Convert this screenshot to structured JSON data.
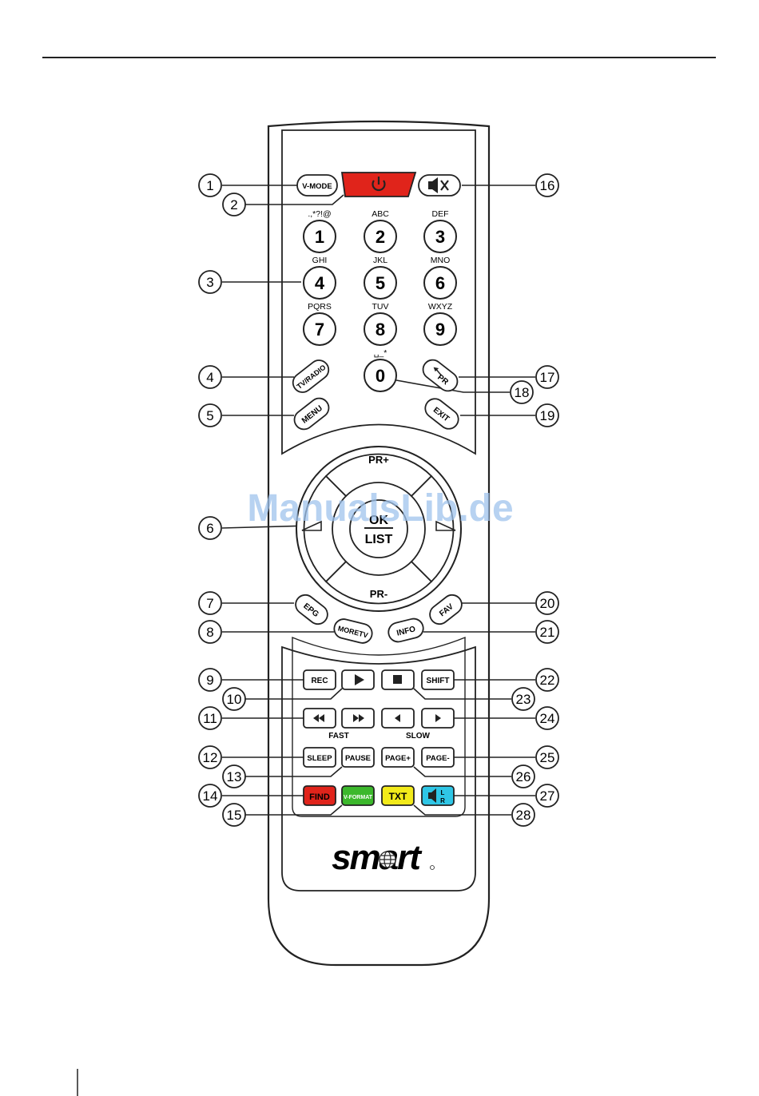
{
  "watermark": "ManualsLib.de",
  "brand": "smart",
  "callout_numbers": [
    "1",
    "2",
    "3",
    "4",
    "5",
    "6",
    "7",
    "8",
    "9",
    "10",
    "11",
    "12",
    "13",
    "14",
    "15",
    "16",
    "17",
    "18",
    "19",
    "20",
    "21",
    "22",
    "23",
    "24",
    "25",
    "26",
    "27",
    "28"
  ],
  "keys": {
    "vmode": "V-MODE",
    "digits": [
      {
        "digit": "1",
        "letters": ".,*?!@"
      },
      {
        "digit": "2",
        "letters": "ABC"
      },
      {
        "digit": "3",
        "letters": "DEF"
      },
      {
        "digit": "4",
        "letters": "GHI"
      },
      {
        "digit": "5",
        "letters": "JKL"
      },
      {
        "digit": "6",
        "letters": "MNO"
      },
      {
        "digit": "7",
        "letters": "PQRS"
      },
      {
        "digit": "8",
        "letters": "TUV"
      },
      {
        "digit": "9",
        "letters": "WXYZ"
      },
      {
        "digit": "0",
        "letters": "␣_*"
      }
    ],
    "tvradio": "TV/RADIO",
    "recall": "PR",
    "menu": "MENU",
    "exit": "EXIT",
    "pr_plus": "PR+",
    "pr_minus": "PR-",
    "ok": "OK",
    "list": "LIST",
    "epg": "EPG",
    "fav": "FAV",
    "moretv": "MORETV",
    "info": "INFO",
    "rec": "REC",
    "shift": "SHIFT",
    "fast": "FAST",
    "slow": "SLOW",
    "sleep": "SLEEP",
    "pause": "PAUSE",
    "page_up": "PAGE+",
    "page_down": "PAGE-",
    "find": "FIND",
    "vformat": "V-FORMAT",
    "txt": "TXT",
    "audio_l": "L",
    "audio_r": "R"
  },
  "colors": {
    "power": "#e0241b",
    "find": "#e0241b",
    "vformat": "#3cb82c",
    "txt": "#f2ea1a",
    "audio": "#2fc6e6",
    "watermark": "#9fc3ec"
  }
}
